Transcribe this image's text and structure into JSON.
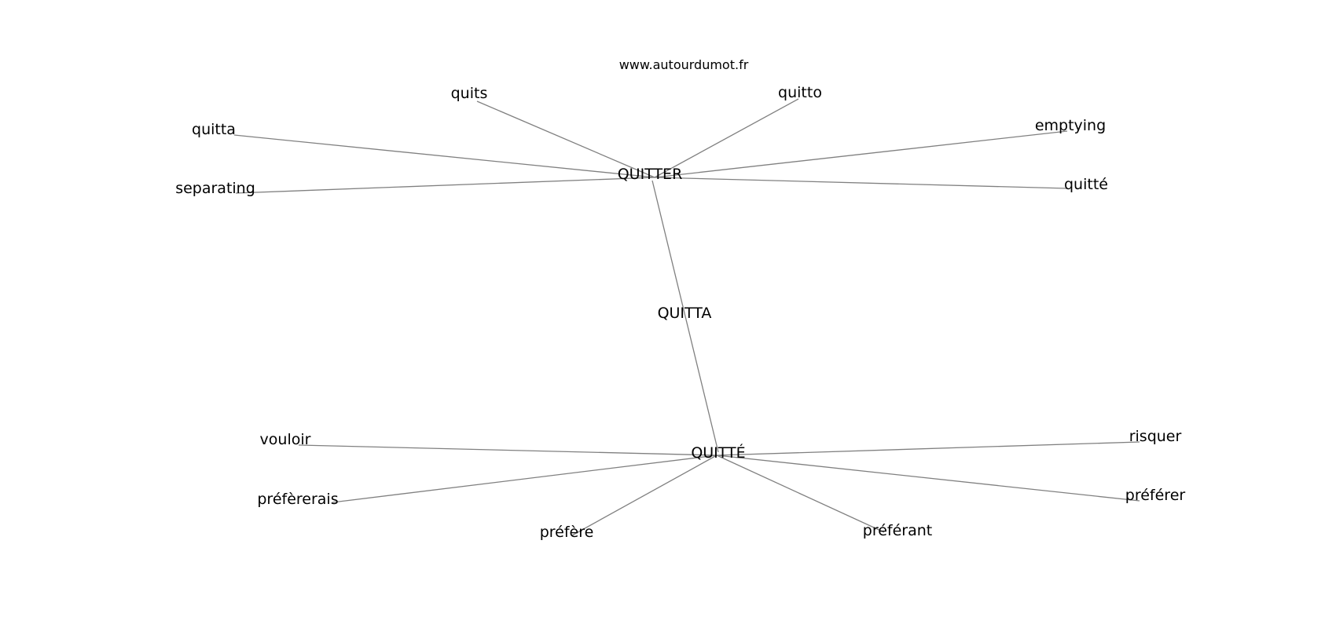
{
  "header": {
    "site": "www.autourdumot.fr"
  },
  "graph": {
    "edge_color": "#808080",
    "text_color": "#000000",
    "center": "QUITTA",
    "hubs": [
      "QUITTER",
      "QUITTÉ"
    ],
    "nodes": [
      {
        "id": "quitter",
        "label": "QUITTER"
      },
      {
        "id": "quitte-hub",
        "label": "QUITTÉ"
      },
      {
        "id": "quitta-center",
        "label": "QUITTA"
      },
      {
        "id": "quits",
        "label": "quits"
      },
      {
        "id": "quitto",
        "label": "quitto"
      },
      {
        "id": "quitta",
        "label": "quitta"
      },
      {
        "id": "emptying",
        "label": "emptying"
      },
      {
        "id": "separating",
        "label": "separating"
      },
      {
        "id": "quitte",
        "label": "quitté"
      },
      {
        "id": "vouloir",
        "label": "vouloir"
      },
      {
        "id": "risquer",
        "label": "risquer"
      },
      {
        "id": "prefererais",
        "label": "préfèrerais"
      },
      {
        "id": "preferer",
        "label": "préférer"
      },
      {
        "id": "prefere",
        "label": "préfère"
      },
      {
        "id": "preferant",
        "label": "préférant"
      }
    ],
    "edges": [
      [
        "quitter",
        "quits"
      ],
      [
        "quitter",
        "quitto"
      ],
      [
        "quitter",
        "quitta"
      ],
      [
        "quitter",
        "emptying"
      ],
      [
        "quitter",
        "separating"
      ],
      [
        "quitter",
        "quitte"
      ],
      [
        "quitter",
        "quitte-hub"
      ],
      [
        "quitte-hub",
        "vouloir"
      ],
      [
        "quitte-hub",
        "risquer"
      ],
      [
        "quitte-hub",
        "prefererais"
      ],
      [
        "quitte-hub",
        "preferer"
      ],
      [
        "quitte-hub",
        "prefere"
      ],
      [
        "quitte-hub",
        "preferant"
      ]
    ]
  }
}
